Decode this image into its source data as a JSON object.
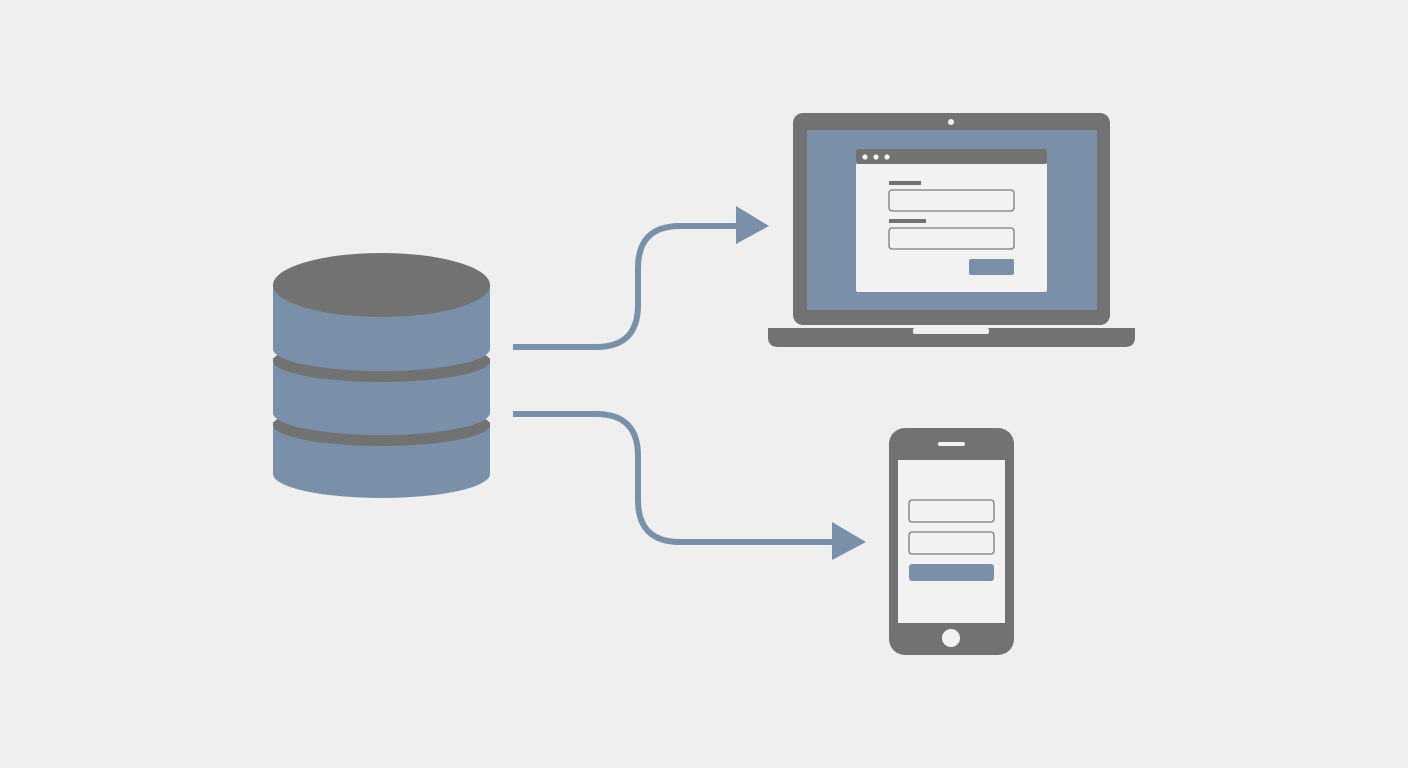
{
  "diagram": {
    "nodes": [
      {
        "id": "database",
        "icon": "database-icon"
      },
      {
        "id": "laptop",
        "icon": "laptop-icon"
      },
      {
        "id": "phone",
        "icon": "smartphone-icon"
      }
    ],
    "edges": [
      {
        "from": "database",
        "to": "laptop",
        "icon": "arrow-icon"
      },
      {
        "from": "database",
        "to": "phone",
        "icon": "arrow-icon"
      }
    ]
  },
  "colors": {
    "background": "#efefef",
    "dark_gray": "#727272",
    "slate_blue": "#7a90a9",
    "screen_white": "#f2f2f2",
    "field_border": "#7b7b7b"
  }
}
